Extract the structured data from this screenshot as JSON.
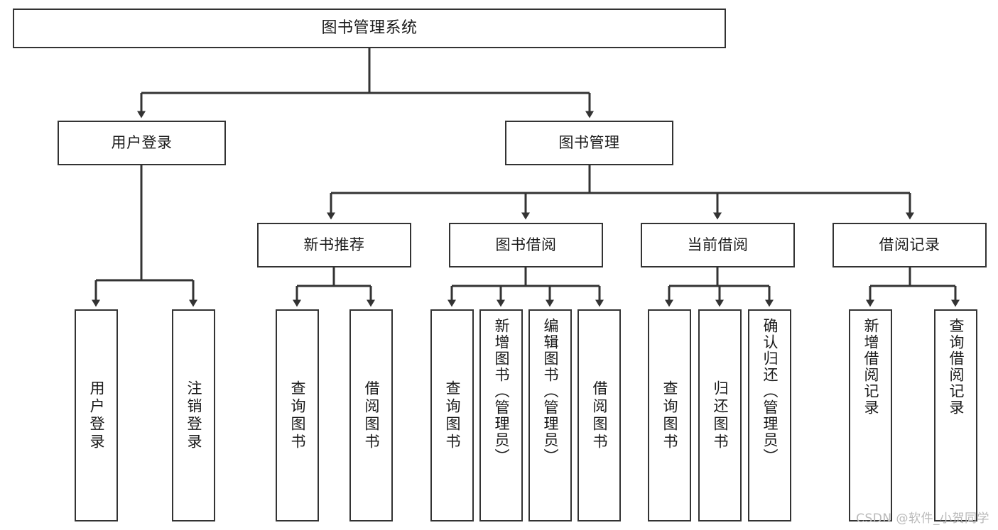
{
  "diagram": {
    "title": "图书管理系统",
    "type": "tree",
    "watermark": "CSDN @软件_小贺同学",
    "colors": {
      "background": "#ffffff",
      "node_fill": "#ffffff",
      "node_stroke": "#333333",
      "edge_stroke": "#333333",
      "text": "#1a1a1a",
      "watermark": "#b9b9b9"
    },
    "nodes": {
      "root": {
        "label": "图书管理系统"
      },
      "level2": [
        {
          "id": "user-login",
          "label": "用户登录"
        },
        {
          "id": "book-manage",
          "label": "图书管理"
        }
      ],
      "level3": [
        {
          "id": "new-book-rec",
          "label": "新书推荐"
        },
        {
          "id": "book-borrow",
          "label": "图书借阅"
        },
        {
          "id": "current-borrow",
          "label": "当前借阅"
        },
        {
          "id": "borrow-record",
          "label": "借阅记录"
        }
      ],
      "leaves": {
        "user-login": [
          {
            "id": "leaf-user-login",
            "label": "用户登录"
          },
          {
            "id": "leaf-user-logout",
            "label": "注销登录"
          }
        ],
        "new-book-rec": [
          {
            "id": "leaf-query-book-1",
            "label": "查询图书"
          },
          {
            "id": "leaf-borrow-book-1",
            "label": "借阅图书"
          }
        ],
        "book-borrow": [
          {
            "id": "leaf-query-book-2",
            "label": "查询图书"
          },
          {
            "id": "leaf-add-book",
            "label": "新增图书（管理员）"
          },
          {
            "id": "leaf-edit-book",
            "label": "编辑图书（管理员）"
          },
          {
            "id": "leaf-borrow-book-2",
            "label": "借阅图书"
          }
        ],
        "current-borrow": [
          {
            "id": "leaf-query-book-3",
            "label": "查询图书"
          },
          {
            "id": "leaf-return-book",
            "label": "归还图书"
          },
          {
            "id": "leaf-confirm-return",
            "label": "确认归还（管理员）"
          }
        ],
        "borrow-record": [
          {
            "id": "leaf-add-record",
            "label": "新增借阅记录"
          },
          {
            "id": "leaf-query-record",
            "label": "查询借阅记录"
          }
        ]
      }
    }
  }
}
